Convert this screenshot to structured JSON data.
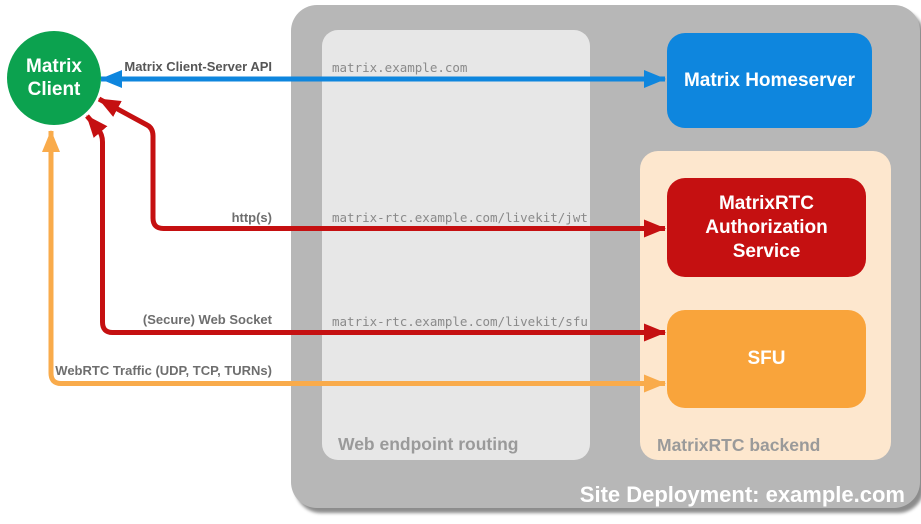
{
  "colors": {
    "client_green": "#0ca24f",
    "homeserver_blue": "#0e86de",
    "auth_red": "#c51011",
    "sfu_orange": "#f9a43b",
    "webrtc_orange": "#f9ab4b",
    "backend_peach": "#fde7ce",
    "container_gray": "#b7b7b7",
    "routing_gray": "#e7e7e7",
    "section_label_gray": "#9a9a9a",
    "endpoint_text_gray": "#8a8a8a",
    "arrow_label_gray": "#6e6e6e"
  },
  "client": {
    "line1": "Matrix",
    "line2": "Client"
  },
  "deployment": {
    "title": "Site Deployment: example.com"
  },
  "routing": {
    "title": "Web endpoint routing",
    "endpoints": [
      "matrix.example.com",
      "matrix-rtc.example.com/livekit/jwt",
      "matrix-rtc.example.com/livekit/sfu"
    ]
  },
  "backend": {
    "title": "MatrixRTC backend"
  },
  "nodes": {
    "homeserver": "Matrix Homeserver",
    "auth_service": "MatrixRTC Authorization Service",
    "sfu": "SFU"
  },
  "arrows": {
    "client_server_api": {
      "label": "Matrix Client-Server API",
      "color": "#0e86de"
    },
    "https": {
      "label": "http(s)",
      "color": "#c51011"
    },
    "websocket": {
      "label": "(Secure) Web Socket",
      "color": "#c51011"
    },
    "webrtc": {
      "label": "WebRTC Traffic (UDP, TCP, TURNs)",
      "color": "#f9ab4b"
    }
  }
}
